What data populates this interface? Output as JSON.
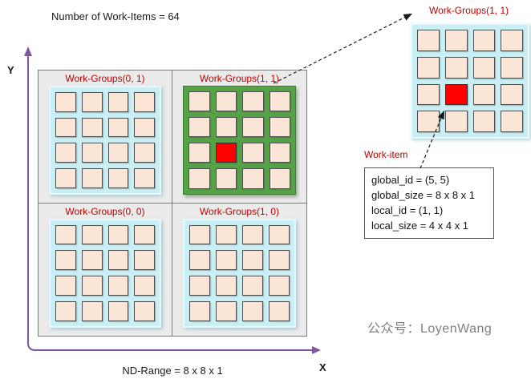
{
  "title": "Number of Work-Items = 64",
  "axes": {
    "x_label": "X",
    "y_label": "Y"
  },
  "nd_range_label": "ND-Range = 8 x 8 x 1",
  "watermark": "公众号：LoyenWang",
  "main_grid": {
    "quadrants": [
      {
        "label": "Work-Groups(0, 1)",
        "variant": "cyan",
        "rows": 4,
        "cols": 4,
        "red_cell": null
      },
      {
        "label": "Work-Groups(1, 1)",
        "variant": "green",
        "rows": 4,
        "cols": 4,
        "red_cell": [
          2,
          1
        ]
      },
      {
        "label": "Work-Groups(0, 0)",
        "variant": "cyan",
        "rows": 4,
        "cols": 4,
        "red_cell": null
      },
      {
        "label": "Work-Groups(1, 0)",
        "variant": "cyan",
        "rows": 4,
        "cols": 4,
        "red_cell": null
      }
    ]
  },
  "zoom_view": {
    "label": "Work-Groups(1, 1)",
    "rows": 4,
    "cols": 4,
    "red_cell": [
      2,
      1
    ]
  },
  "work_item_label": "Work-item",
  "info_box": {
    "lines": [
      "global_id = (5, 5)",
      "global_size = 8 x 8 x 1",
      "local_id = (1, 1)",
      "local_size = 4 x 4 x 1"
    ]
  },
  "colors": {
    "red_label_text": "#c00000",
    "cell_fill": "#fbe5d6",
    "cell_border": "#4d4d4d",
    "cyan_container": "#c9eff5",
    "green_container": "#55a247",
    "highlight_cell": "#ff0000",
    "axis_purple": "#7e57a5",
    "main_box_bg": "#ebebeb",
    "main_box_border": "#7a7a7a",
    "arrow_black": "#1a1a1a",
    "watermark_gray": "#808080"
  }
}
